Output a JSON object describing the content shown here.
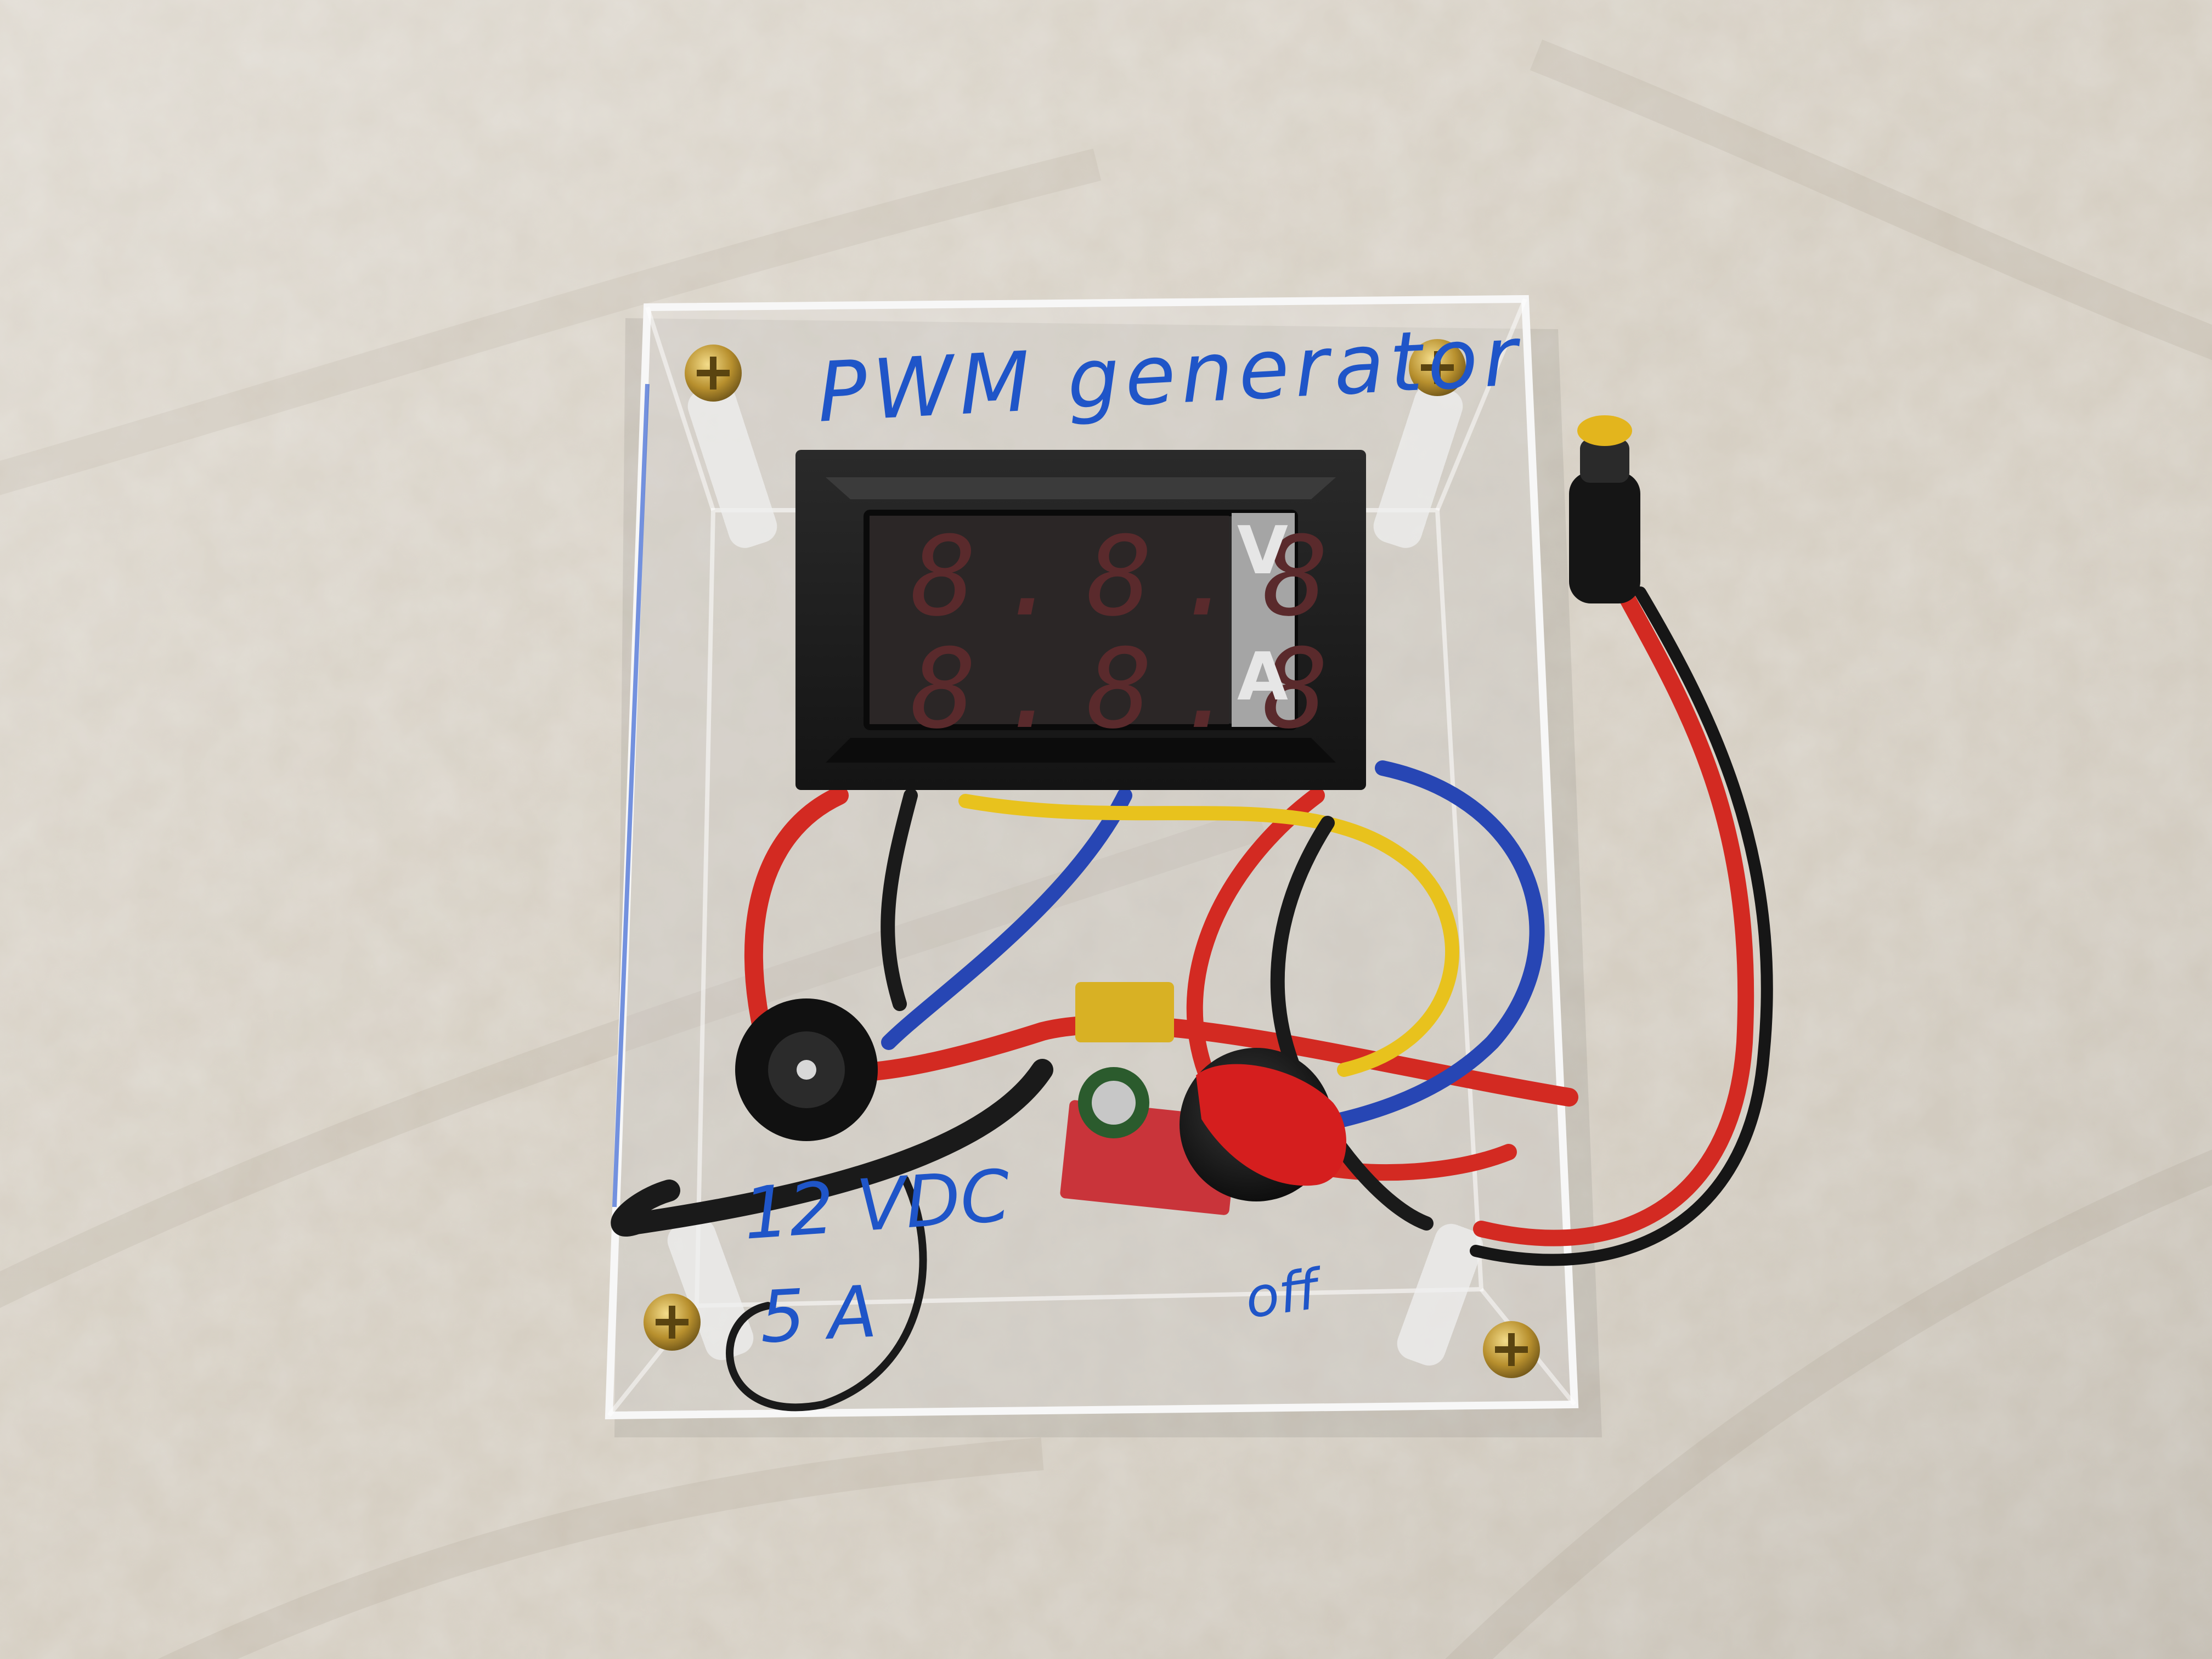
{
  "photo": {
    "handwriting": {
      "title": "PWM generator",
      "voltage": "12 VDC",
      "current": "5 A",
      "switch": "off"
    },
    "meter": {
      "top_unit": "V",
      "bottom_unit": "A",
      "top_readout": "8.8.8",
      "bottom_readout": "8.8.8"
    },
    "colors": {
      "background": "#d6cfc3",
      "ink": "#1f55c8",
      "wire_red": "#d32a22",
      "wire_blue": "#2746b4",
      "wire_yellow": "#e8c21d",
      "wire_black": "#1a1a1a",
      "knob_red": "#d51e1e"
    }
  }
}
